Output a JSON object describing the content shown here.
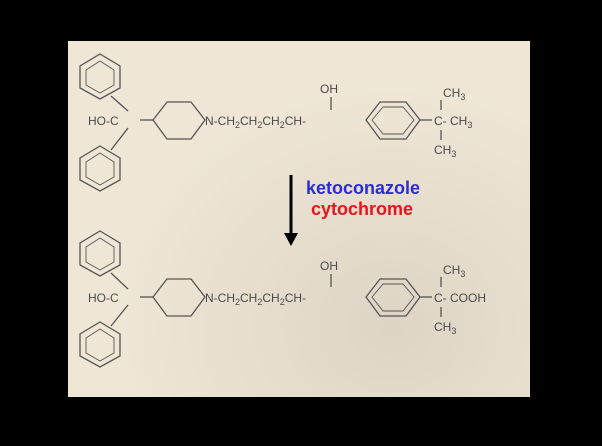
{
  "slide": {
    "background_color": "#000000",
    "panel_color": "#efe6d6"
  },
  "top_molecule": {
    "left_group": "HO-C",
    "chain": "N-CH",
    "oh": "OH",
    "ch": "CH-",
    "methyl_top": "CH",
    "methyl_right": "C- CH",
    "methyl_bottom": "CH",
    "subscript_3": "3",
    "subscript_2": "2"
  },
  "bottom_molecule": {
    "left_group": "HO-C",
    "chain": "N-CH",
    "oh": "OH",
    "ch": "CH-",
    "methyl_top": "CH",
    "right_group": "C- COOH",
    "methyl_bottom": "CH",
    "subscript_3": "3",
    "subscript_2": "2"
  },
  "reaction": {
    "agent_1": "ketoconazole",
    "agent_2": "cytochrome",
    "agent_1_color": "#2c2cd8",
    "agent_2_color": "#e8141a"
  }
}
